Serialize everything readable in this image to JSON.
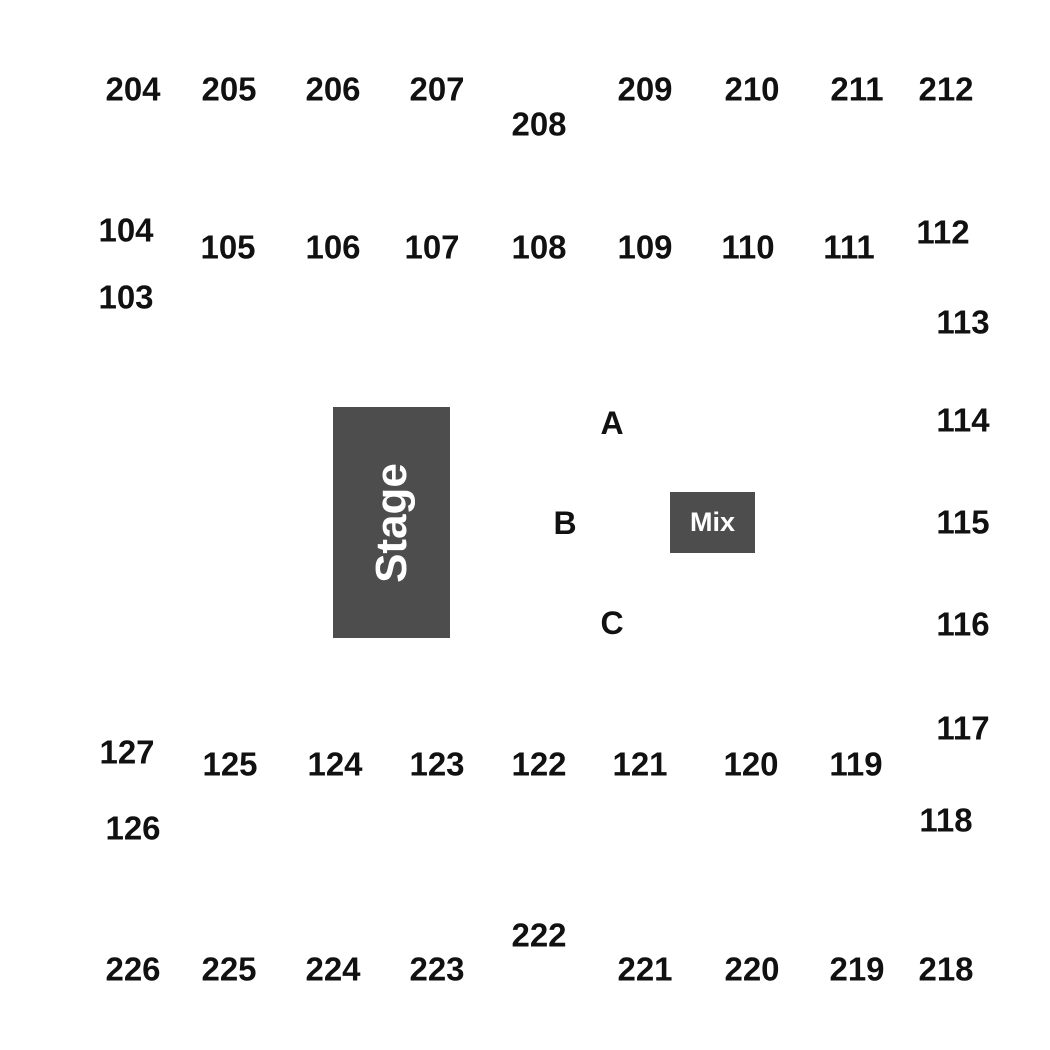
{
  "upper_top": [
    "204",
    "205",
    "206",
    "207",
    "208",
    "209",
    "210",
    "211",
    "212"
  ],
  "lower_top": [
    "104",
    "103",
    "105",
    "106",
    "107",
    "108",
    "109",
    "110",
    "111",
    "112"
  ],
  "right_side": [
    "113",
    "114",
    "115",
    "116",
    "117",
    "118"
  ],
  "lower_bottom": [
    "127",
    "126",
    "125",
    "124",
    "123",
    "122",
    "121",
    "120",
    "119"
  ],
  "upper_bottom": [
    "226",
    "225",
    "224",
    "223",
    "222",
    "221",
    "220",
    "219",
    "218"
  ],
  "floor": [
    "A",
    "B",
    "C"
  ],
  "stage": {
    "label": "Stage",
    "color": "#4d4d4d"
  },
  "mix": {
    "label": "Mix",
    "color": "#4d4d4d"
  },
  "text_color": "#111111"
}
